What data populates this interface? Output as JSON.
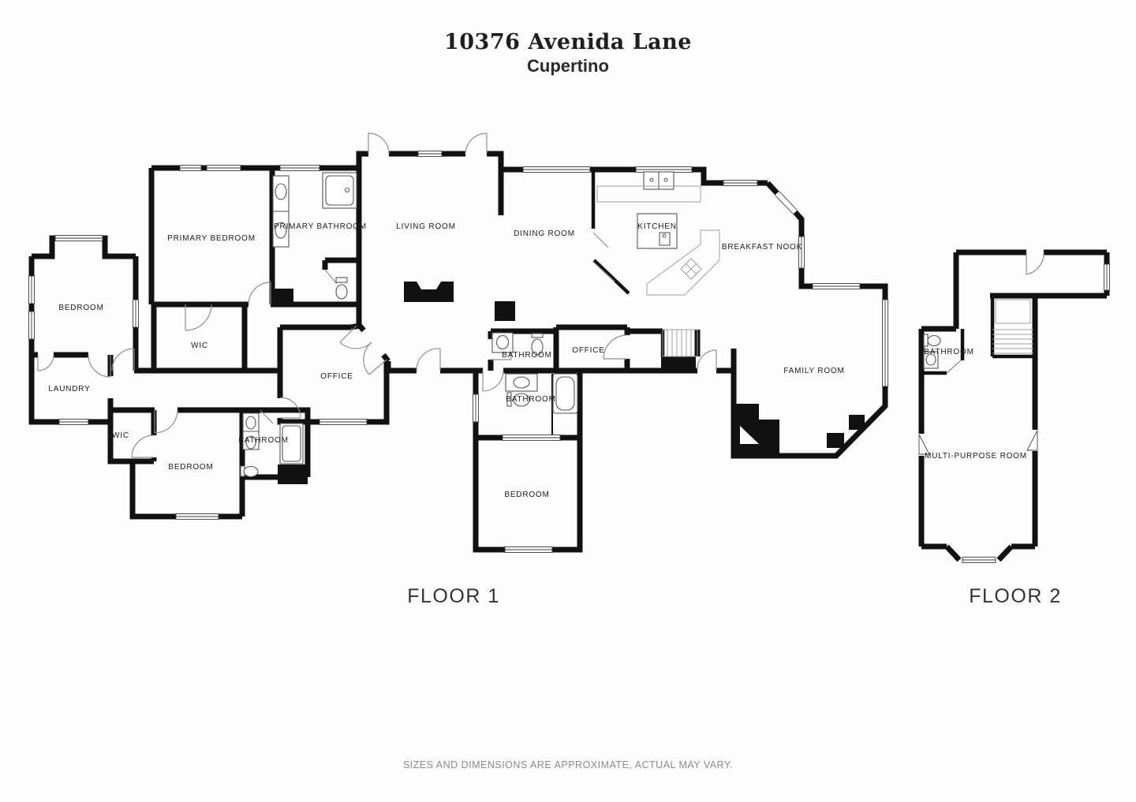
{
  "header": {
    "address_line": "10376 Avenida Lane",
    "city_line": "Cupertino"
  },
  "floor1": {
    "label": "FLOOR 1",
    "rooms": {
      "primary_bedroom": "PRIMARY BEDROOM",
      "primary_bathroom": "PRIMARY BATHROOM",
      "living_room": "LIVING ROOM",
      "dining_room": "DINING ROOM",
      "kitchen": "KITCHEN",
      "breakfast_nook": "BREAKFAST NOOK",
      "bedroom_left": "BEDROOM",
      "wic_upper": "WIC",
      "laundry": "LAUNDRY",
      "office_left": "OFFICE",
      "bathroom_hall": "BATHROOM",
      "office_center": "OFFICE",
      "bathroom_center": "BATHROOM",
      "family_room": "FAMILY ROOM",
      "wic_lower": "WIC",
      "bedroom_lower": "BEDROOM",
      "bathroom_lower": "BATHROOM",
      "bedroom_bottom": "BEDROOM"
    }
  },
  "floor2": {
    "label": "FLOOR 2",
    "rooms": {
      "bathroom": "BATHROOM",
      "multi_purpose": "MULTI-PURPOSE ROOM"
    }
  },
  "footer": {
    "disclaimer": "SIZES AND DIMENSIONS ARE APPROXIMATE, ACTUAL MAY VARY."
  },
  "colors": {
    "wall": "#111111",
    "background": "#fdfdfd",
    "label_text": "#1c1c1c",
    "muted_text": "#8a8a8a",
    "door_stroke": "#8f8f8f"
  }
}
